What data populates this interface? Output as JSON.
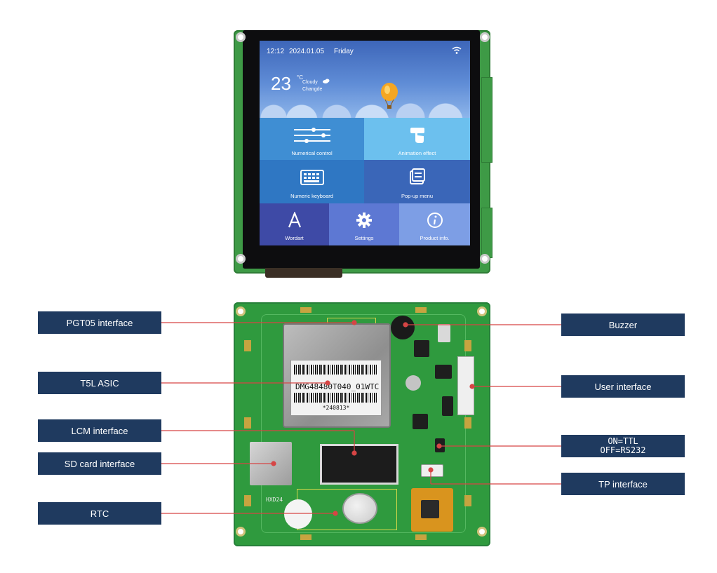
{
  "screen": {
    "time": "12:12",
    "date": "2024.01.05",
    "weekday": "Friday",
    "temperature": "23",
    "temp_unit": "°C",
    "condition": "Cloudy",
    "city": "Changde",
    "tiles": [
      {
        "label": "Numerical control",
        "icon": "sliders-icon",
        "color": "#3f8ed3"
      },
      {
        "label": "Animation effect",
        "icon": "hand-pointer-icon",
        "color": "#6cc0ee"
      },
      {
        "label": "Numeric keyboard",
        "icon": "keyboard-icon",
        "color": "#2f77c3"
      },
      {
        "label": "Pop-up menu",
        "icon": "menu-window-icon",
        "color": "#3a66b8"
      },
      {
        "label": "Wordart",
        "icon": "wordart-icon",
        "color": "#3e4aa6"
      },
      {
        "label": "Settings",
        "icon": "gear-icon",
        "color": "#5d78d3"
      },
      {
        "label": "Product info.",
        "icon": "info-icon",
        "color": "#7d9ee5"
      }
    ]
  },
  "board": {
    "asic_code": "DMG48480T040_01WTC",
    "asic_date": "*240813*",
    "silk_rtc": "HXD24"
  },
  "callouts": {
    "left": [
      "PGT05 interface",
      "T5L ASIC",
      "LCM interface",
      "SD card interface",
      "RTC"
    ],
    "right": [
      "Buzzer",
      "User interface",
      "ON=TTL",
      "OFF=RS232",
      "TP interface"
    ]
  },
  "colors": {
    "callout_bg": "#1f3a5f",
    "leader_line": "#d64545",
    "pcb_green": "#2f9a3e"
  }
}
